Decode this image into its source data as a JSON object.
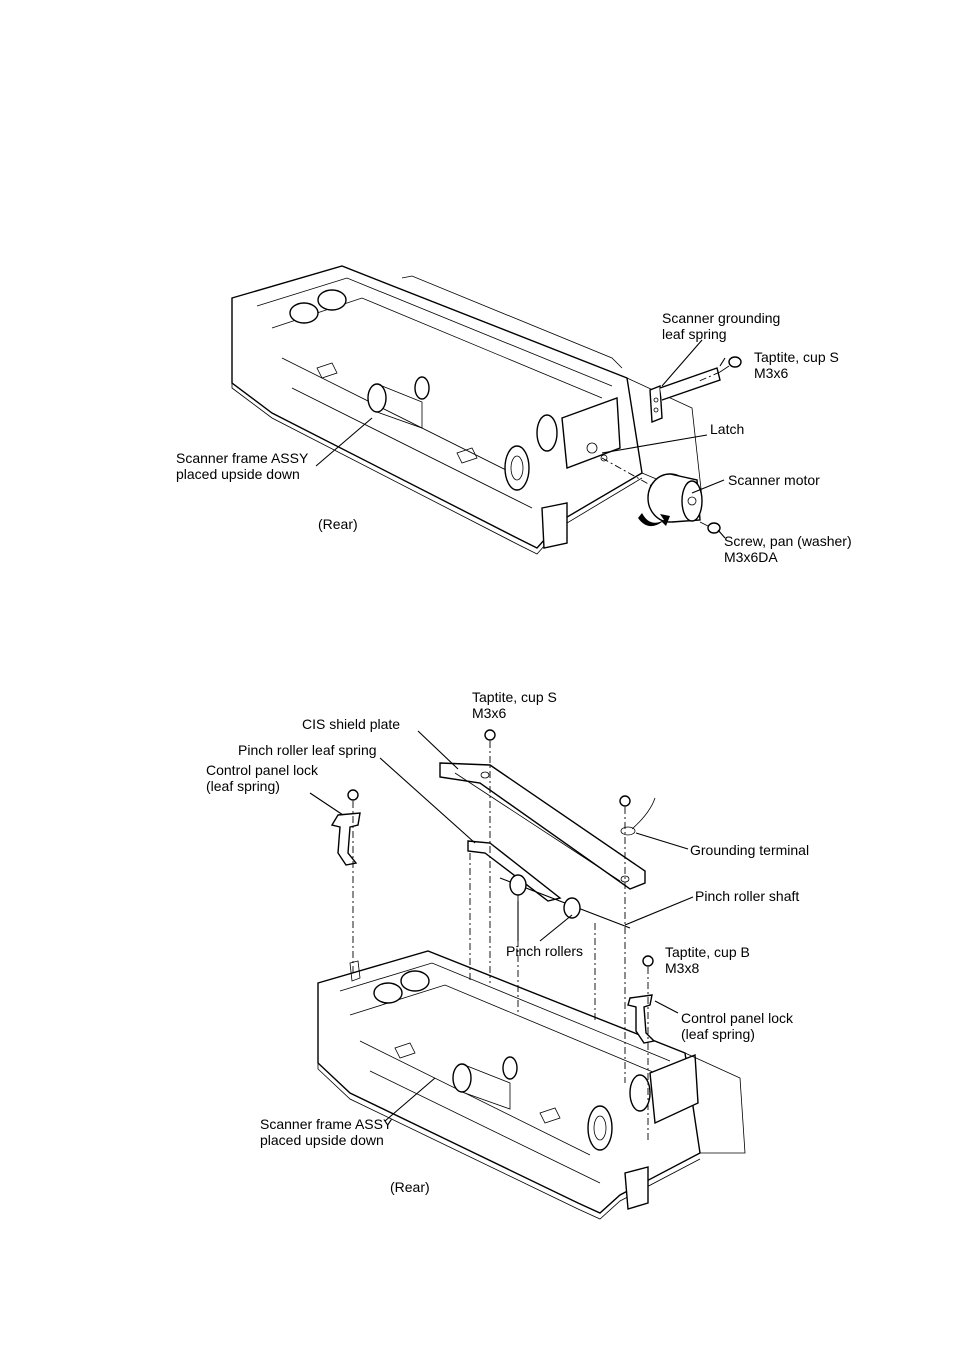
{
  "figure1": {
    "labels": {
      "grounding_spring_1": "Scanner grounding",
      "grounding_spring_2": "leaf spring",
      "taptite_1": "Taptite, cup S",
      "taptite_2": "M3x6",
      "latch": "Latch",
      "frame_1": "Scanner frame ASSY",
      "frame_2": "placed upside down",
      "motor": "Scanner motor",
      "rear": "(Rear)",
      "screw_1": "Screw, pan (washer)",
      "screw_2": "M3x6DA"
    }
  },
  "figure2": {
    "labels": {
      "taptite_s_1": "Taptite, cup S",
      "taptite_s_2": "M3x6",
      "cis_plate": "CIS shield plate",
      "pinch_spring": "Pinch roller leaf spring",
      "cp_lock_left_1": "Control panel lock",
      "cp_lock_left_2": "(leaf spring)",
      "grounding_terminal": "Grounding terminal",
      "pinch_shaft": "Pinch roller shaft",
      "pinch_rollers": "Pinch rollers",
      "taptite_b_1": "Taptite, cup B",
      "taptite_b_2": "M3x8",
      "cp_lock_right_1": "Control panel lock",
      "cp_lock_right_2": "(leaf spring)",
      "frame_1": "Scanner frame ASSY",
      "frame_2": "placed upside down",
      "rear": "(Rear)"
    }
  }
}
